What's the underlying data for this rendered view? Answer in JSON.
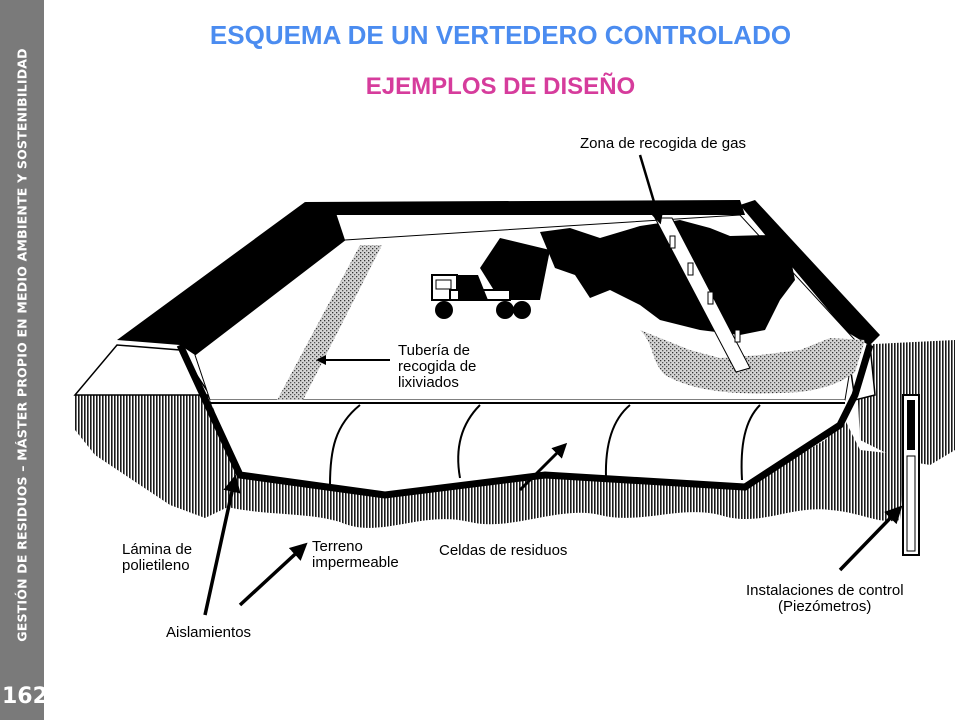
{
  "sidebar": {
    "vertical_text": "GESTIÓN DE RESIDUOS – MÁSTER PROPIO EN MEDIO AMBIENTE Y SOSTENIBILIDAD",
    "page_number": "162",
    "background_color": "#7a7a7a"
  },
  "header": {
    "title": "ESQUEMA DE UN VERTEDERO CONTROLADO",
    "subtitle": "EJEMPLOS DE DISEÑO",
    "title_color": "#4b8cf0",
    "subtitle_color": "#d63c9c"
  },
  "diagram": {
    "labels": {
      "gas_zone": "Zona de recogida de gas",
      "leachate_line1": "Tubería de",
      "leachate_line2": "recogida de",
      "leachate_line3": "lixiviados",
      "liner_line1": "Lámina de",
      "liner_line2": "polietileno",
      "soil_line1": "Terreno",
      "soil_line2": "impermeable",
      "cells": "Celdas de residuos",
      "control_line1": "Instalaciones de control",
      "control_line2": "(Piezómetros)",
      "insulation": "Aislamientos"
    }
  }
}
